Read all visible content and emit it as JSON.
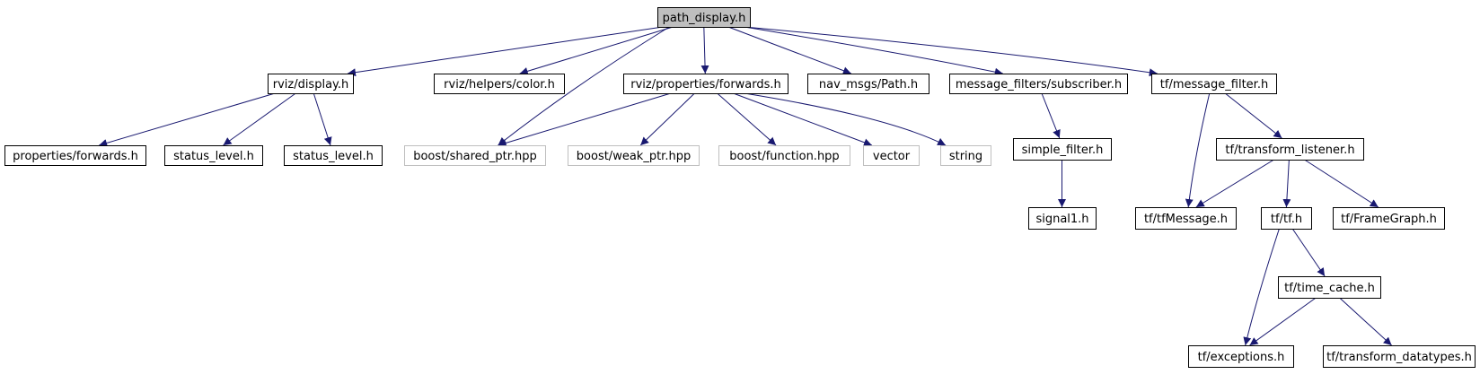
{
  "colors": {
    "edge": "#191970",
    "root_fill": "#bfbfbf",
    "external_border": "#bfbfbf"
  },
  "nodes": {
    "path_display": {
      "label": "path_display.h",
      "kind": "root"
    },
    "display": {
      "label": "rviz/display.h",
      "kind": "normal"
    },
    "color": {
      "label": "rviz/helpers/color.h",
      "kind": "normal"
    },
    "forwards": {
      "label": "rviz/properties/forwards.h",
      "kind": "normal"
    },
    "path": {
      "label": "nav_msgs/Path.h",
      "kind": "normal"
    },
    "subscriber": {
      "label": "message_filters/subscriber.h",
      "kind": "normal"
    },
    "message_filter": {
      "label": "tf/message_filter.h",
      "kind": "normal"
    },
    "props_forwards": {
      "label": "properties/forwards.h",
      "kind": "normal"
    },
    "status_level_a": {
      "label": "status_level.h",
      "kind": "normal"
    },
    "status_level_b": {
      "label": "status_level.h",
      "kind": "normal"
    },
    "shared_ptr": {
      "label": "boost/shared_ptr.hpp",
      "kind": "external"
    },
    "weak_ptr": {
      "label": "boost/weak_ptr.hpp",
      "kind": "external"
    },
    "function": {
      "label": "boost/function.hpp",
      "kind": "external"
    },
    "vector": {
      "label": "vector",
      "kind": "external"
    },
    "string": {
      "label": "string",
      "kind": "external"
    },
    "simple_filter": {
      "label": "simple_filter.h",
      "kind": "normal"
    },
    "transform_listener": {
      "label": "tf/transform_listener.h",
      "kind": "normal"
    },
    "signal1": {
      "label": "signal1.h",
      "kind": "normal"
    },
    "tfMessage": {
      "label": "tf/tfMessage.h",
      "kind": "normal"
    },
    "tf": {
      "label": "tf/tf.h",
      "kind": "normal"
    },
    "FrameGraph": {
      "label": "tf/FrameGraph.h",
      "kind": "normal"
    },
    "time_cache": {
      "label": "tf/time_cache.h",
      "kind": "normal"
    },
    "exceptions": {
      "label": "tf/exceptions.h",
      "kind": "normal"
    },
    "transform_datatypes": {
      "label": "tf/transform_datatypes.h",
      "kind": "normal"
    }
  },
  "edges": [
    [
      "path_display",
      "display"
    ],
    [
      "path_display",
      "shared_ptr"
    ],
    [
      "path_display",
      "color"
    ],
    [
      "path_display",
      "forwards"
    ],
    [
      "path_display",
      "path"
    ],
    [
      "path_display",
      "subscriber"
    ],
    [
      "path_display",
      "message_filter"
    ],
    [
      "display",
      "props_forwards"
    ],
    [
      "display",
      "status_level_a"
    ],
    [
      "display",
      "status_level_b"
    ],
    [
      "forwards",
      "shared_ptr"
    ],
    [
      "forwards",
      "weak_ptr"
    ],
    [
      "forwards",
      "function"
    ],
    [
      "forwards",
      "vector"
    ],
    [
      "forwards",
      "string"
    ],
    [
      "subscriber",
      "simple_filter"
    ],
    [
      "simple_filter",
      "signal1"
    ],
    [
      "message_filter",
      "tfMessage"
    ],
    [
      "message_filter",
      "transform_listener"
    ],
    [
      "transform_listener",
      "tfMessage"
    ],
    [
      "transform_listener",
      "tf"
    ],
    [
      "transform_listener",
      "FrameGraph"
    ],
    [
      "tf",
      "exceptions"
    ],
    [
      "tf",
      "time_cache"
    ],
    [
      "time_cache",
      "exceptions"
    ],
    [
      "time_cache",
      "transform_datatypes"
    ]
  ]
}
